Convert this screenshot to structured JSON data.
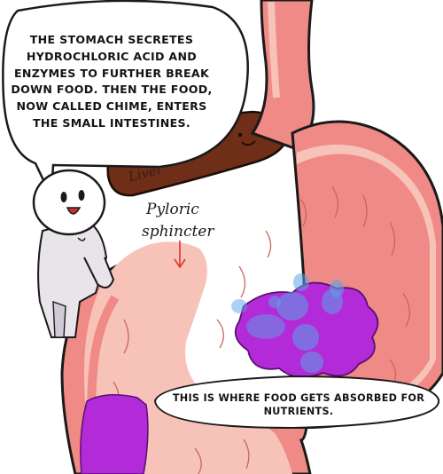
{
  "speech_bubble": {
    "text": "THE STOMACH SECRETES HYDROCHLORIC ACID AND ENZYMES TO FURTHER BREAK DOWN FOOD. THEN THE FOOD, NOW CALLED CHIME, ENTERS THE SMALL INTESTINES."
  },
  "labels": {
    "pyloric": "Pyloric",
    "sphincter": "sphincter",
    "liver": "Liver"
  },
  "caption_bubble": {
    "text": "THIS IS WHERE FOOD GETS ABSORBED FOR NUTRIENTS."
  },
  "colors": {
    "stomach_wall": "#f08a86",
    "stomach_inner": "#f7c3b8",
    "liver": "#6e2e18",
    "food": "#b32bd9",
    "bubbles": "#5aa4e6"
  }
}
